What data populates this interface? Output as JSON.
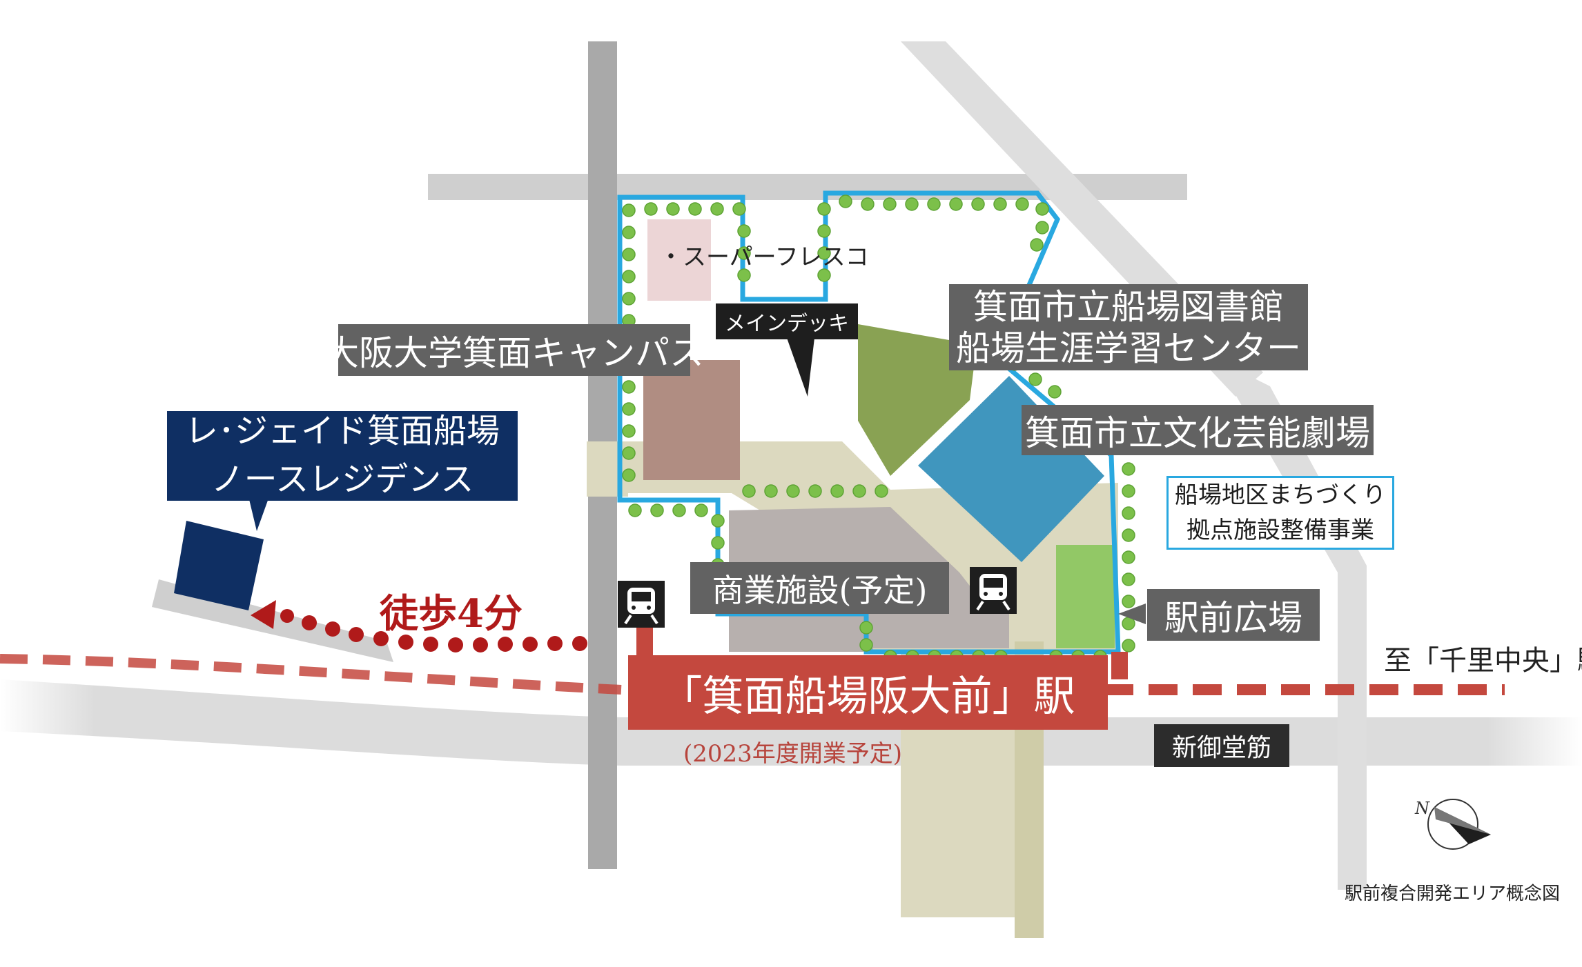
{
  "labels": {
    "supermarket": "・スーパーフレスコ",
    "main_deck": "メインデッキ",
    "university": "大阪大学箕面キャンパス",
    "library_line1": "箕面市立船場図書館",
    "library_line2": "船場生涯学習センター",
    "theater": "箕面市立文化芸能劇場",
    "project_line1": "船場地区まちづくり",
    "project_line2": "拠点施設整備事業",
    "residence_line1": "レ･ジェイド箕面船場",
    "residence_line2": "ノースレジデンス",
    "commercial": "商業施設(予定)",
    "station_plaza": "駅前広場",
    "walk_time": "徒歩4分",
    "station_name": "「箕面船場阪大前」駅",
    "station_note": "(2023年度開業予定)",
    "to_senri": "至「千里中央」駅",
    "road_name": "新御堂筋",
    "map_caption": "駅前複合開発エリア概念図",
    "compass_north": "N"
  },
  "colors": {
    "road": "#dcdcdc",
    "road_vertical": "#a9a9a9",
    "plaza": "#dcd9bf",
    "boundary": "#29a8e0",
    "tree": "#7cc04a",
    "university_building": "#b08d82",
    "library": "#89a253",
    "theater": "#4096be",
    "commercial": "#b7b0ae",
    "station_plaza": "#92c866",
    "supermarket": "#ecd5d6",
    "rail": "#c4483e",
    "residence": "#0f2f63",
    "walk_route": "#b01a1a",
    "label_bg": "#626262"
  },
  "icons": [
    "train-icon",
    "train-icon",
    "compass-icon"
  ]
}
